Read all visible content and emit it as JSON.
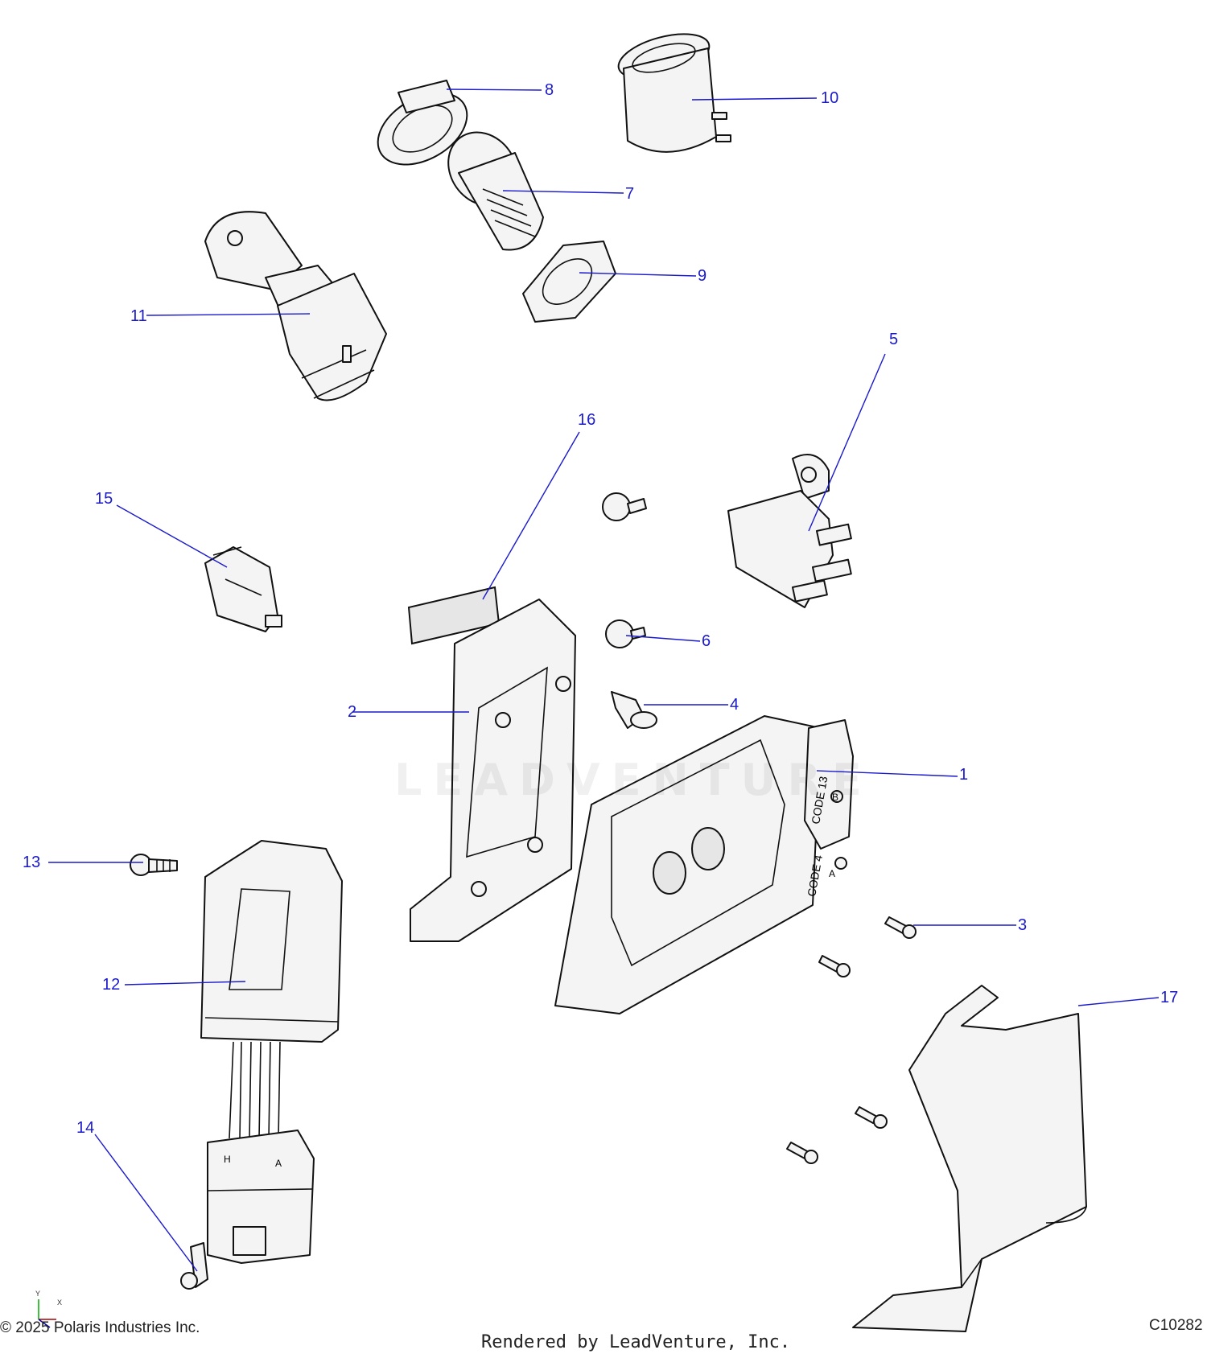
{
  "watermark": "LEADVENTURE",
  "footer": {
    "copyright": "© 2025 Polaris Industries Inc.",
    "rendered_by": "Rendered by LeadVenture, Inc.",
    "drawing_id": "C10282"
  },
  "part_markings": {
    "connector_upper": "CODE 13",
    "connector_upper_pin": "B",
    "connector_lower": "CODE 4",
    "connector_lower_pin": "A",
    "harness_left": "H",
    "harness_right": "A"
  },
  "axis_labels": {
    "y": "Y",
    "x": "X"
  },
  "callouts": [
    "1",
    "2",
    "3",
    "4",
    "5",
    "6",
    "7",
    "8",
    "9",
    "10",
    "11",
    "12",
    "13",
    "14",
    "15",
    "16",
    "17"
  ],
  "colors": {
    "callout": "#1a1acc",
    "outline": "#111111",
    "fill": "#f4f4f4"
  }
}
